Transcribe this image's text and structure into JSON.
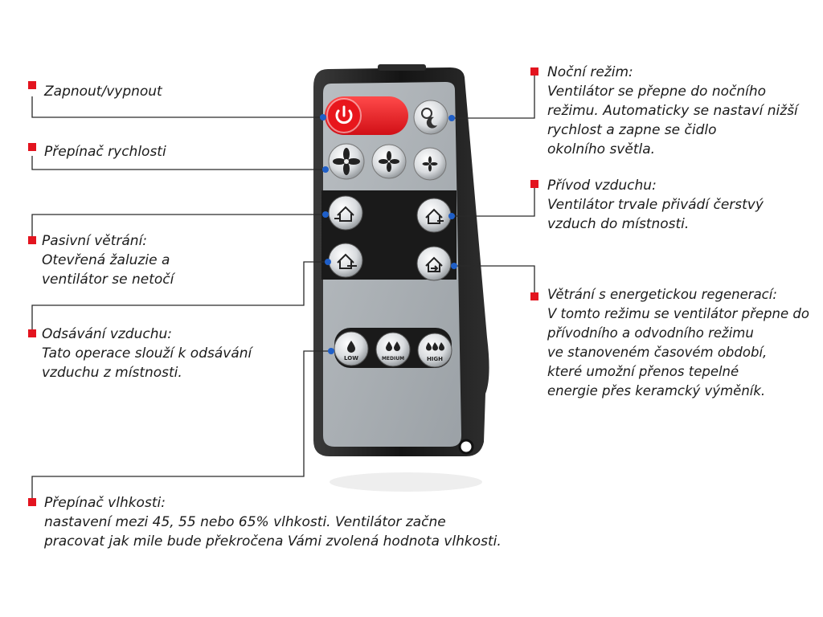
{
  "colors": {
    "accent_red": "#e3141f",
    "connector_line": "#2a2a2a",
    "connector_dot": "#1f5fc8",
    "remote_body": "#1c1c1c",
    "remote_panel": "#aab0b5"
  },
  "remote": {
    "button_labels": {
      "low": "LOW",
      "medium": "MEDIUM",
      "high": "HIGH"
    }
  },
  "callouts": [
    {
      "id": "power",
      "lines": [
        "Zapnout/vypnout"
      ]
    },
    {
      "id": "speed",
      "lines": [
        "Přepínač rychlosti"
      ]
    },
    {
      "id": "passive",
      "lines": [
        "Pasivní větrání:",
        "Otevřená žaluzie a",
        "ventilátor se netočí"
      ]
    },
    {
      "id": "exhaust",
      "lines": [
        "Odsávání vzduchu:",
        "Tato operace slouží k odsávání",
        "vzduchu z místnosti."
      ]
    },
    {
      "id": "humidity",
      "lines": [
        "Přepínač vlhkosti:",
        "nastavení mezi 45, 55 nebo 65% vlhkosti. Ventilátor začne",
        "pracovat jak mile bude překročena Vámi zvolená hodnota vlhkosti."
      ]
    },
    {
      "id": "night",
      "lines": [
        "Noční režim:",
        "Ventilátor se přepne do nočního",
        "režimu. Automaticky se nastaví nižší",
        "rychlost a zapne se čidlo",
        "okolního světla."
      ]
    },
    {
      "id": "supply",
      "lines": [
        "Přívod vzduchu:",
        "Ventilátor trvale přivádí čerstvý",
        "vzduch do místnosti."
      ]
    },
    {
      "id": "recovery",
      "lines": [
        "Větrání s energetickou regenerací:",
        "V tomto režimu se ventilátor přepne do",
        "přívodního a odvodního režimu",
        "ve stanoveném časovém období,",
        "které umožní přenos tepelné",
        "energie přes keramcký výměník."
      ]
    }
  ]
}
